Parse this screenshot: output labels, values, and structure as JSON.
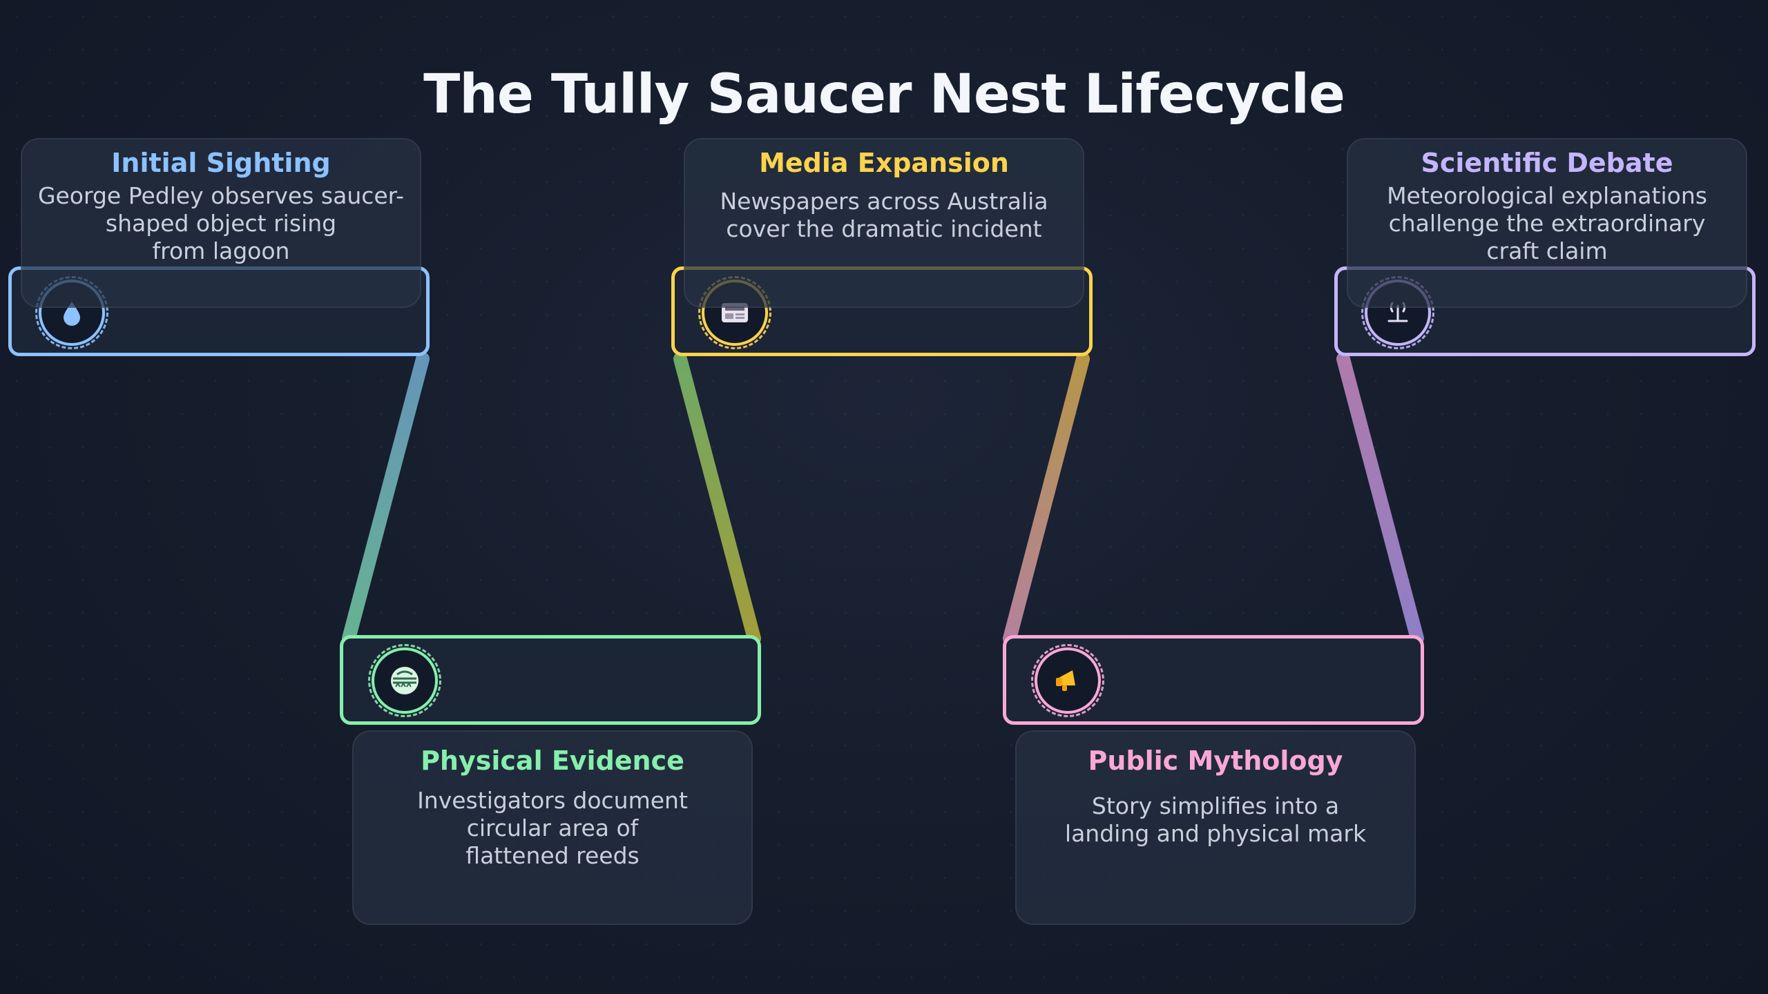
{
  "title": "The Tully Saucer Nest Lifecycle",
  "stages": [
    {
      "title": "Initial Sighting",
      "text": "George Pedley observes saucer-\nshaped object rising\nfrom lagoon",
      "color": "#8cc2ff",
      "icon": "water-drop-icon"
    },
    {
      "title": "Physical Evidence",
      "text": "Investigators document\ncircular area of\nflattened reeds",
      "color": "#86efac",
      "icon": "flattened-reeds-icon"
    },
    {
      "title": "Media Expansion",
      "text": "Newspapers across Australia\ncover the dramatic incident",
      "color": "#fcd34d",
      "icon": "newspaper-icon"
    },
    {
      "title": "Public Mythology",
      "text": "Story simplifies into a\nlanding and physical mark",
      "color": "#f9a8d4",
      "icon": "megaphone-icon"
    },
    {
      "title": "Scientific Debate",
      "text": "Meteorological explanations\nchallenge the extraordinary\ncraft claim",
      "color": "#c4b5fd",
      "icon": "antenna-icon"
    }
  ]
}
